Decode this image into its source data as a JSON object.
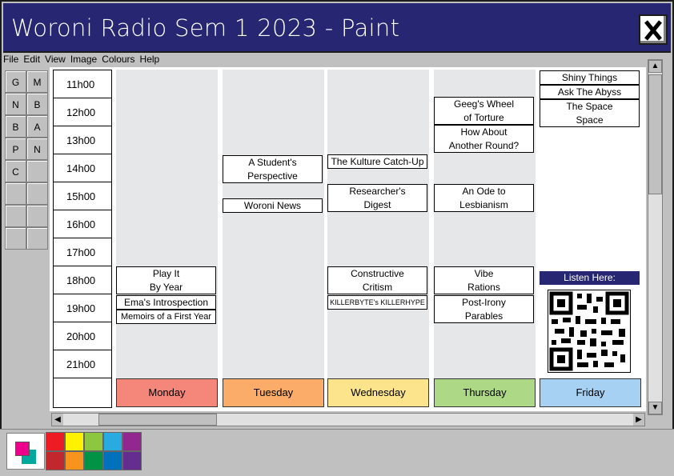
{
  "window": {
    "title": "Woroni Radio Sem 1 2023 - Paint"
  },
  "menu": [
    "File",
    "Edit",
    "View",
    "Image",
    "Colours",
    "Help"
  ],
  "tools": [
    "G",
    "M",
    "N",
    "B",
    "B",
    "A",
    "P",
    "N",
    "C",
    "",
    "",
    "",
    "",
    "",
    "",
    ""
  ],
  "times": [
    "11h00",
    "12h00",
    "13h00",
    "14h00",
    "15h00",
    "16h00",
    "17h00",
    "18h00",
    "19h00",
    "20h00",
    "21h00"
  ],
  "days": [
    {
      "name": "Monday",
      "color": "#f4877a"
    },
    {
      "name": "Tuesday",
      "color": "#fbac69"
    },
    {
      "name": "Wednesday",
      "color": "#fbe48b"
    },
    {
      "name": "Thursday",
      "color": "#add987"
    },
    {
      "name": "Friday",
      "color": "#a6d1f2"
    }
  ],
  "shows": {
    "monday": [
      "Play It\nBy Year",
      "Ema's Introspection",
      "Memoirs of a First Year"
    ],
    "tuesday": [
      "A Student's\nPerspective",
      "Woroni News"
    ],
    "wednesday": [
      "The Kulture Catch-Up",
      "Researcher's\nDigest",
      "Constructive\nCritism",
      "KILLERBYTE's KILLERHYPE"
    ],
    "thursday": [
      "Geeg's Wheel\nof Torture",
      "How About\nAnother Round?",
      "An Ode to\nLesbianism",
      "Vibe\nRations",
      "Post-Irony\nParables"
    ],
    "friday": [
      "Shiny Things",
      "Ask The Abyss",
      "The Space\nSpace"
    ]
  },
  "listen_label": "Listen Here:",
  "palette": [
    "#ed1c24",
    "#fff200",
    "#8dc63f",
    "#29abe2",
    "#92278f",
    "#c1272d",
    "#f7941d",
    "#009245",
    "#0071bc",
    "#662d91"
  ],
  "current_colors": {
    "foreground": "#ec008c",
    "background": "#00a99d"
  }
}
